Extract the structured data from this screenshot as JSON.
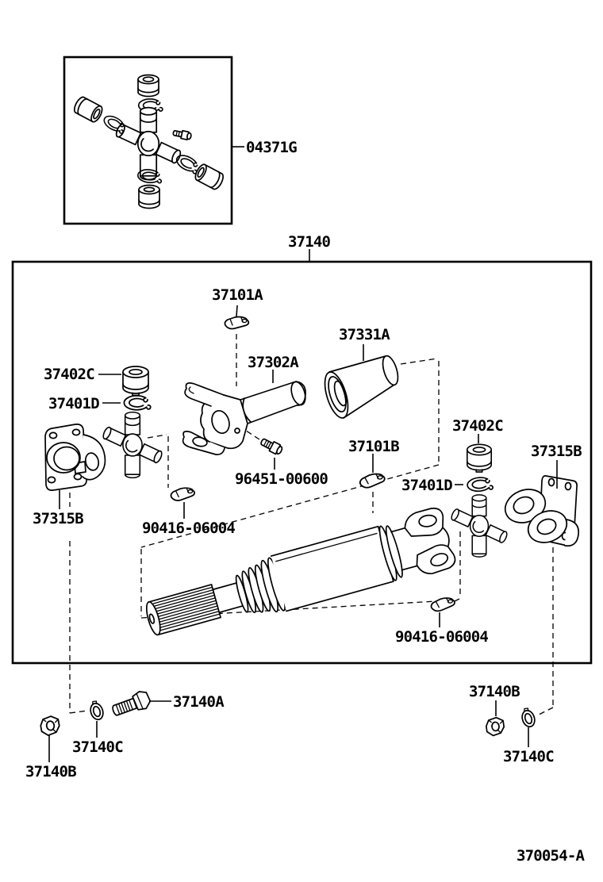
{
  "figure": {
    "drawing_number": "370054-A",
    "background": "#ffffff",
    "ink": "#000000"
  },
  "callouts": [
    {
      "part": "04371G",
      "text": "04371G"
    },
    {
      "part": "37140",
      "text": "37140"
    },
    {
      "part": "37101A",
      "text": "37101A"
    },
    {
      "part": "37331A",
      "text": "37331A"
    },
    {
      "part": "37302A",
      "text": "37302A"
    },
    {
      "part": "37402C-left",
      "text": "37402C"
    },
    {
      "part": "37401D-left",
      "text": "37401D"
    },
    {
      "part": "37402C-right",
      "text": "37402C"
    },
    {
      "part": "37315B-right",
      "text": "37315B"
    },
    {
      "part": "37101B",
      "text": "37101B"
    },
    {
      "part": "96451-00600",
      "text": "96451-00600"
    },
    {
      "part": "37401D-right",
      "text": "37401D"
    },
    {
      "part": "37315B-left",
      "text": "37315B"
    },
    {
      "part": "90416-06004-upper",
      "text": "90416-06004"
    },
    {
      "part": "90416-06004-lower",
      "text": "90416-06004"
    },
    {
      "part": "37140A",
      "text": "37140A"
    },
    {
      "part": "37140C-left",
      "text": "37140C"
    },
    {
      "part": "37140B-left",
      "text": "37140B"
    },
    {
      "part": "37140B-right",
      "text": "37140B"
    },
    {
      "part": "37140C-right",
      "text": "37140C"
    }
  ]
}
